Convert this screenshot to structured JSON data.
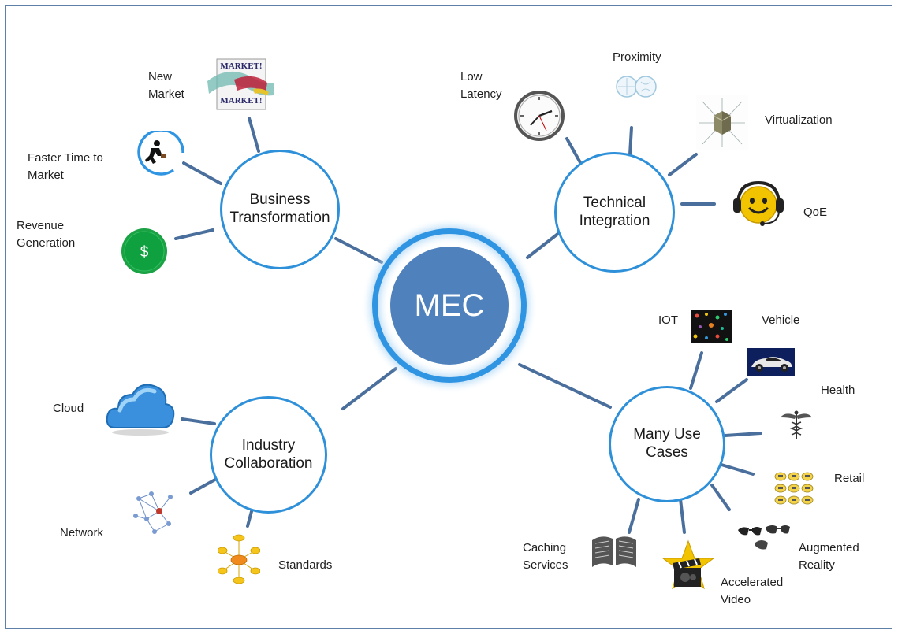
{
  "center": {
    "label": "MEC",
    "color": "#4f81bd",
    "ring_color": "#2f95e3"
  },
  "hubs": {
    "business": {
      "line1": "Business",
      "line2": "Transformation"
    },
    "technical": {
      "line1": "Technical",
      "line2": "Integration"
    },
    "industry": {
      "line1": "Industry",
      "line2": "Collaboration"
    },
    "usecases": {
      "line1": "Many Use",
      "line2": "Cases"
    }
  },
  "labels": {
    "new_market": {
      "line1": "New",
      "line2": "Market"
    },
    "faster_time": {
      "line1": "Faster Time to",
      "line2": "Market"
    },
    "revenue": {
      "line1": "Revenue",
      "line2": "Generation"
    },
    "low_latency": {
      "line1": "Low",
      "line2": "Latency"
    },
    "proximity": "Proximity",
    "virtualization": "Virtualization",
    "qoe": "QoE",
    "cloud": "Cloud",
    "network": "Network",
    "standards": "Standards",
    "iot": "IOT",
    "vehicle": "Vehicle",
    "health": "Health",
    "retail": "Retail",
    "augmented": {
      "line1": "Augmented",
      "line2": "Reality"
    },
    "accelerated": {
      "line1": "Accelerated",
      "line2": "Video"
    },
    "caching": {
      "line1": "Caching",
      "line2": "Services"
    }
  },
  "icons": {
    "market_sign_text": "MARKET!",
    "dollar": "$"
  },
  "colors": {
    "hub_border": "#2e90d9",
    "connector": "#4a6f9c",
    "frame": "#5e7fa8"
  }
}
